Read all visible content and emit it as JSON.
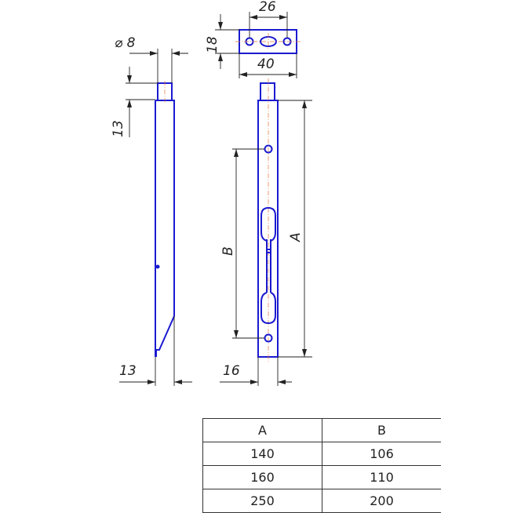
{
  "drawing": {
    "dims": {
      "pin_diameter": "⌀ 8",
      "pin_length": "13",
      "side_width": "13",
      "front_width": "16",
      "plate_hole_spacing": "26",
      "plate_height": "18",
      "plate_width": "40",
      "overall_length": "A",
      "hole_spacing": "B"
    },
    "colors": {
      "object": "#1a1ad0",
      "centerline": "#e07a40"
    }
  },
  "table": {
    "headers": [
      "A",
      "B"
    ],
    "rows": [
      [
        "140",
        "106"
      ],
      [
        "160",
        "110"
      ],
      [
        "250",
        "200"
      ]
    ]
  }
}
